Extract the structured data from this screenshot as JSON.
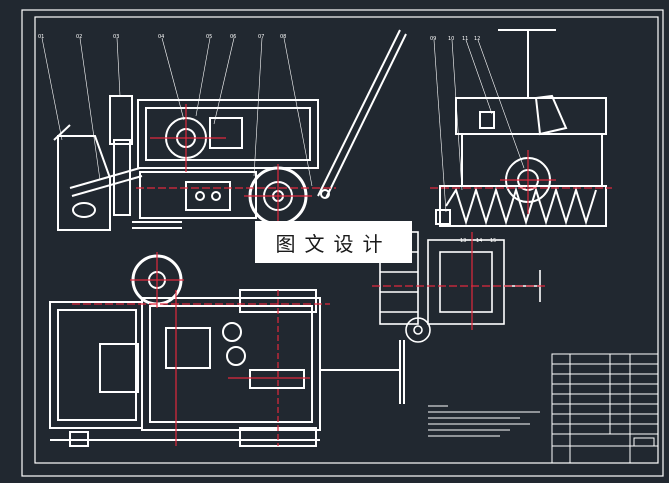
{
  "watermark": "图文设计",
  "callouts_top_left": [
    "01",
    "02",
    "03",
    "04",
    "05",
    "06",
    "07",
    "08"
  ],
  "callouts_top_right": [
    "09",
    "10",
    "11",
    "12"
  ],
  "callouts_mid": [
    "13",
    "14",
    "15"
  ],
  "colors": {
    "background": "#212830",
    "lines": "#ffffff",
    "centerlines": "#e0283c",
    "frame": "#ffffff"
  }
}
